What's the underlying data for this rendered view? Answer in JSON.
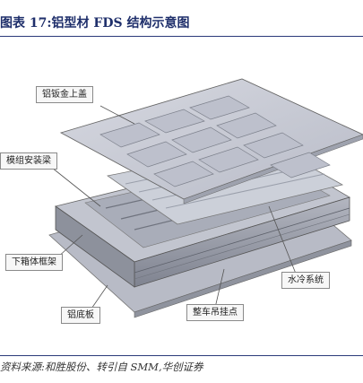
{
  "figure": {
    "title": "图表 17:铝型材 FDS 结构示意图",
    "source": "资料来源:和胜股份、转引自 SMM,华创证券"
  },
  "labels": {
    "top_cover": "铝钣金上盖",
    "module_beam": "模组安装梁",
    "lower_frame": "下箱体框架",
    "bottom_plate": "铝底板",
    "water_cooling": "水冷系统",
    "lifting_point": "整车吊挂点"
  },
  "colors": {
    "title_text": "#1f2f6b",
    "rule": "#2b3a7a",
    "cover_fill": "#c9ccd6",
    "cell_fill": "#b7bbc8",
    "frame_fill": "#9ea2ae"
  }
}
